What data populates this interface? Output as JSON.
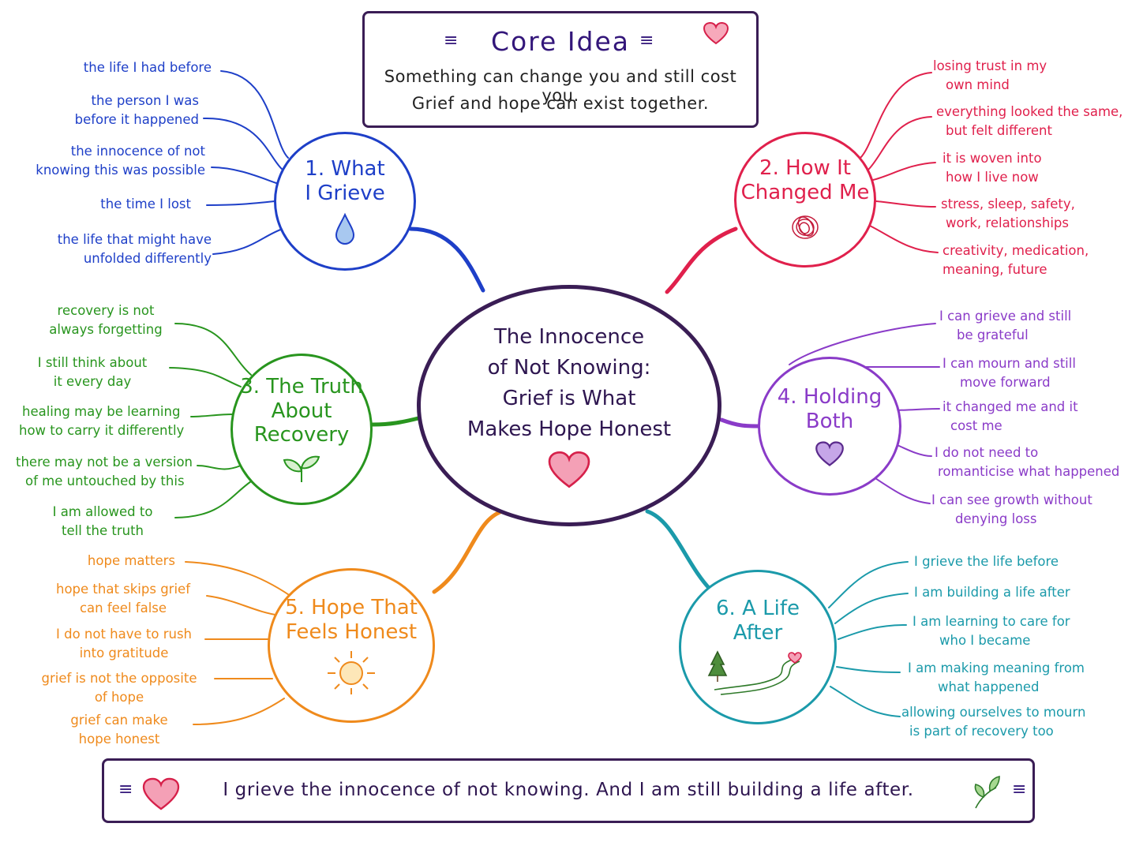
{
  "core": {
    "title": "Core Idea",
    "line1": "Something can change you and still cost you.",
    "line2": "Grief and hope can exist together."
  },
  "center": {
    "line1": "The Innocence",
    "line2": "of Not Knowing:",
    "line3": "Grief is What",
    "line4": "Makes Hope Honest"
  },
  "branches": {
    "b1": {
      "title1": "1. What",
      "title2": "I Grieve",
      "icon": "water-drop-icon",
      "color": "#1e3fc8",
      "items": [
        [
          "the life I had before"
        ],
        [
          "the person I was",
          "before it happened"
        ],
        [
          "the innocence of not",
          "knowing this was possible"
        ],
        [
          "the time I lost"
        ],
        [
          "the life that might have",
          "unfolded differently"
        ]
      ]
    },
    "b2": {
      "title1": "2. How It",
      "title2": "Changed Me",
      "icon": "scribble-icon",
      "color": "#e0204c",
      "items": [
        [
          "losing trust in my",
          "own mind"
        ],
        [
          "everything looked the same,",
          "but felt different"
        ],
        [
          "it is woven into",
          "how I live now"
        ],
        [
          "stress, sleep, safety,",
          "work, relationships"
        ],
        [
          "creativity, medication,",
          "meaning, future"
        ]
      ]
    },
    "b3": {
      "title1": "3. The Truth",
      "title2": "About",
      "title3": "Recovery",
      "icon": "sprout-icon",
      "color": "#28951e",
      "items": [
        [
          "recovery is not",
          "always forgetting"
        ],
        [
          "I still think about",
          "it every day"
        ],
        [
          "healing may be learning",
          "how to carry it differently"
        ],
        [
          "there may not be a version",
          "of me untouched by this"
        ],
        [
          "I am allowed to",
          "tell the truth"
        ]
      ]
    },
    "b4": {
      "title1": "4. Holding",
      "title2": "Both",
      "icon": "heart-icon",
      "color": "#8a3bc8",
      "items": [
        [
          "I can grieve and still",
          "be grateful"
        ],
        [
          "I can mourn and still",
          "move forward"
        ],
        [
          "it changed me and it",
          "cost me"
        ],
        [
          "I do not need to",
          "romanticise what happened"
        ],
        [
          "I can see growth without",
          "denying loss"
        ]
      ]
    },
    "b5": {
      "title1": "5. Hope That",
      "title2": "Feels Honest",
      "icon": "sun-icon",
      "color": "#ef8a1c",
      "items": [
        [
          "hope matters"
        ],
        [
          "hope that skips grief",
          "can feel false"
        ],
        [
          "I do not have to rush",
          "into gratitude"
        ],
        [
          "grief is not the opposite",
          "of hope"
        ],
        [
          "grief can make",
          "hope honest"
        ]
      ]
    },
    "b6": {
      "title1": "6. A Life",
      "title2": "After",
      "icon": "path-landscape-icon",
      "color": "#1b9aaa",
      "items": [
        [
          "I grieve the life before"
        ],
        [
          "I am building a life after"
        ],
        [
          "I am learning to care for",
          "who I became"
        ],
        [
          "I am making meaning from",
          "what happened"
        ],
        [
          "allowing ourselves to mourn",
          "is part of recovery too"
        ]
      ]
    }
  },
  "footer": {
    "text": "I grieve the innocence of not knowing. And I am still building a life after."
  }
}
